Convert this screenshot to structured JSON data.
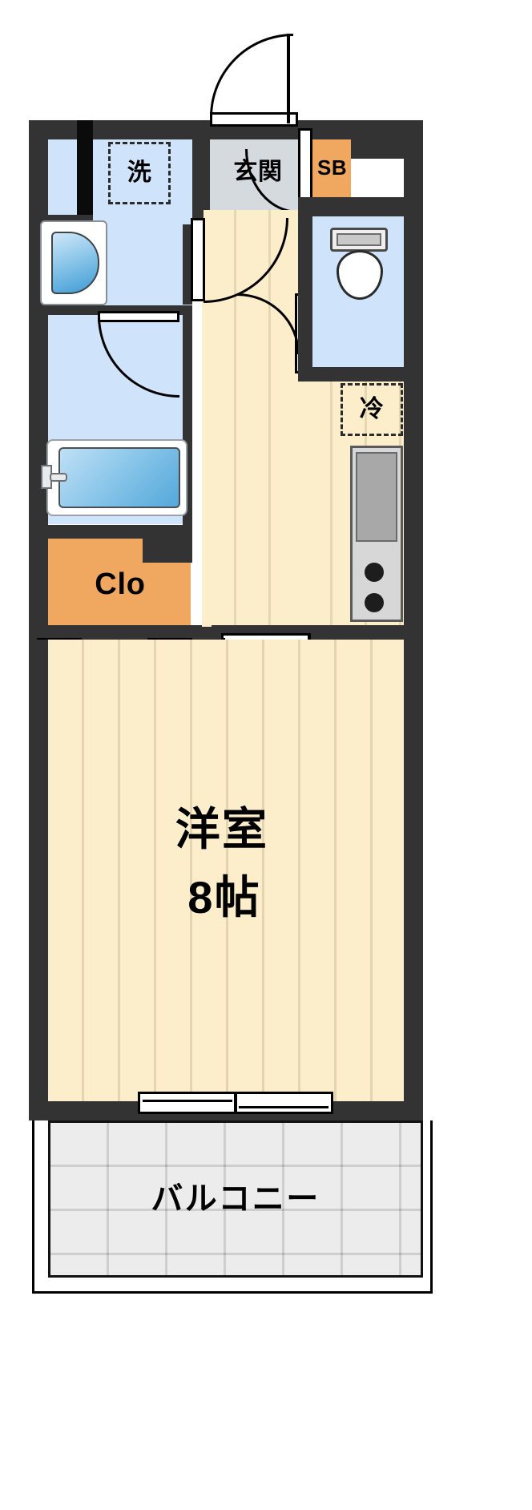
{
  "plan": {
    "type": "japanese-apartment-floor-plan",
    "layout_name": "1K",
    "rooms": [
      {
        "id": "yoshitsu",
        "label": "洋室",
        "sublabel": "8帖",
        "kind": "western-room",
        "floor": "wood"
      },
      {
        "id": "genkan",
        "label": "玄関",
        "sublabel": "",
        "kind": "entrance",
        "floor": "tile"
      },
      {
        "id": "sen",
        "label": "洗",
        "sublabel": "",
        "kind": "washer-space",
        "floor": "water"
      },
      {
        "id": "rei",
        "label": "冷",
        "sublabel": "",
        "kind": "fridge-space",
        "floor": "wood"
      },
      {
        "id": "sb",
        "label": "SB",
        "sublabel": "",
        "kind": "shoe-box",
        "floor": "none"
      },
      {
        "id": "closet",
        "label": "Clo",
        "sublabel": "",
        "kind": "closet",
        "floor": "none"
      },
      {
        "id": "balcony",
        "label": "バルコニー",
        "sublabel": "",
        "kind": "balcony",
        "floor": "concrete"
      }
    ],
    "fixtures": [
      {
        "id": "bathtub",
        "name": "bathtub"
      },
      {
        "id": "vanity",
        "name": "vanity-sink"
      },
      {
        "id": "toilet",
        "name": "toilet"
      },
      {
        "id": "stove",
        "name": "gas-stove"
      }
    ],
    "colors": {
      "wall": "#333333",
      "wood_floor": "#fceecb",
      "water_area": "#cfe4fb",
      "genkan": "#d4dade",
      "orange": "#f0a860",
      "balcony": "#ececec",
      "outline": "#000000"
    }
  },
  "labels": {
    "main_room": "洋室",
    "main_room_size": "8帖",
    "entrance": "玄関",
    "washer": "洗",
    "fridge": "冷",
    "shoe_box": "SB",
    "closet": "Clo",
    "balcony": "バルコニー"
  }
}
